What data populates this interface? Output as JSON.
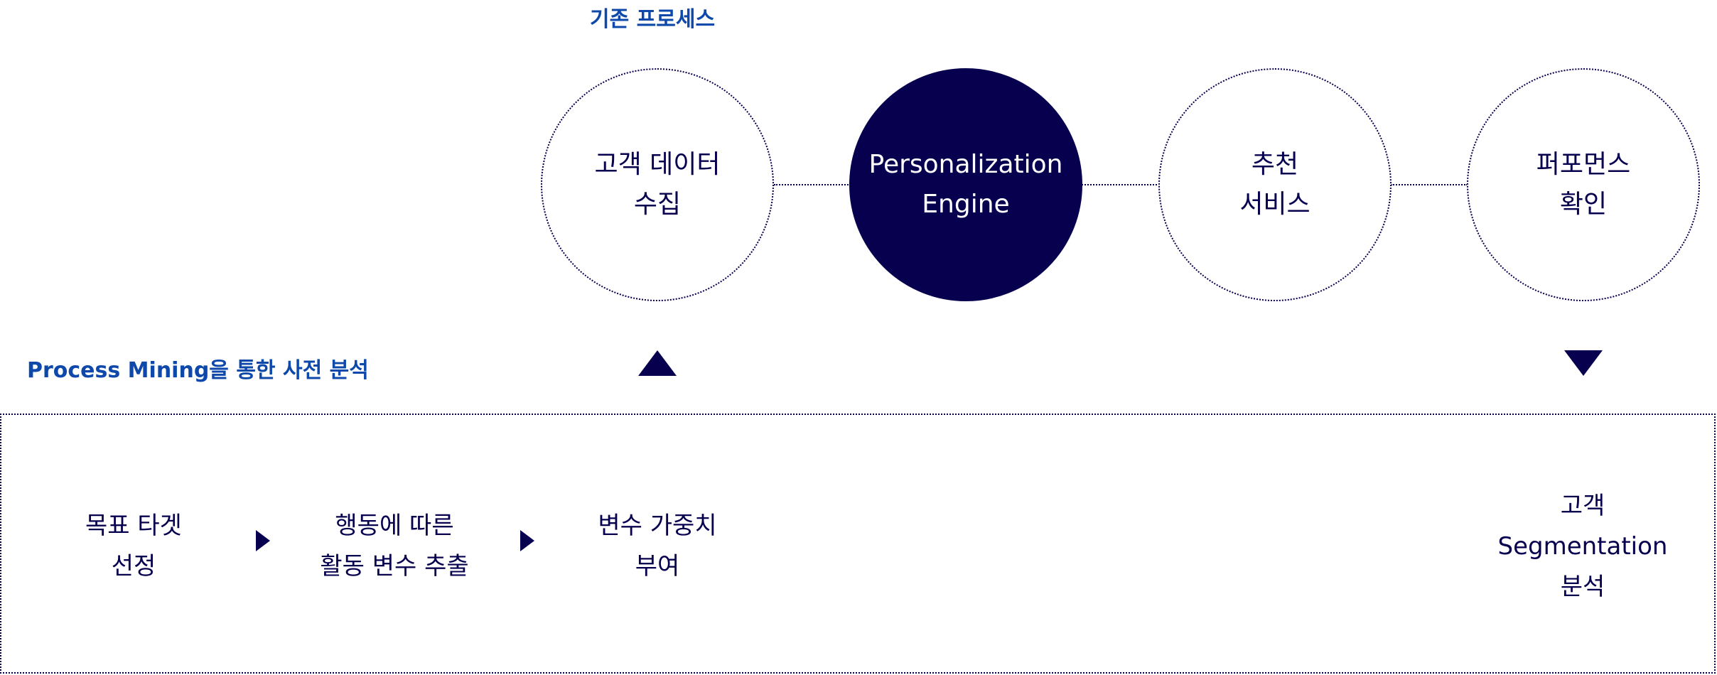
{
  "top_section": {
    "title": "기존 프로세스",
    "nodes": [
      {
        "lines": [
          "고객 데이터",
          "수집"
        ]
      },
      {
        "lines": [
          "Personalization",
          "Engine"
        ]
      },
      {
        "lines": [
          "추천",
          "서비스"
        ]
      },
      {
        "lines": [
          "퍼포먼스",
          "확인"
        ]
      }
    ]
  },
  "bottom_section": {
    "title": "Process Mining을 통한 사전 분석",
    "steps": [
      {
        "lines": [
          "목표 타겟",
          "선정"
        ]
      },
      {
        "lines": [
          "행동에 따른",
          "활동 변수 추출"
        ]
      },
      {
        "lines": [
          "변수 가중치",
          "부여"
        ]
      },
      {
        "lines": [
          "고객",
          "Segmentation",
          "분석"
        ]
      }
    ]
  },
  "colors": {
    "navy": "#07004f",
    "title_blue": "#0d48aa"
  }
}
